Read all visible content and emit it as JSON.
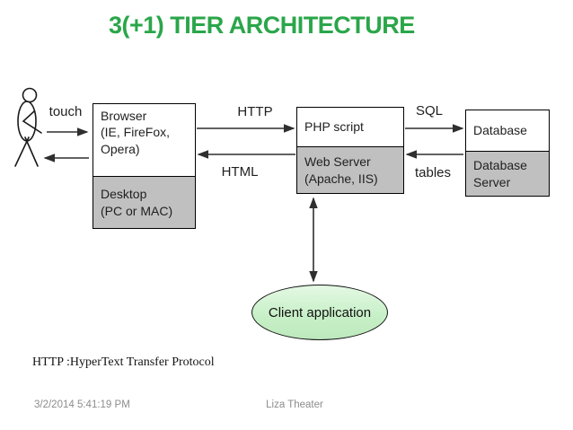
{
  "colors": {
    "title-green": "#2aa64a",
    "box-gray": "#c0c0c0",
    "ellipse-green": "#c8f0c8",
    "ink": "#1f1f1f",
    "arrow": "#2f2f2f",
    "footer-gray": "#8c8c8c"
  },
  "slide": {
    "title": "3(+1) TIER ARCHITECTURE",
    "footnote": "HTTP :HyperText Transfer Protocol",
    "footer": {
      "datetime": "3/2/2014 5:41:19 PM",
      "author": "Liza Theater"
    }
  },
  "diagram": {
    "actor": {
      "icon": "stick-person-icon",
      "label": "touch"
    },
    "tiers": [
      {
        "name": "client-tier",
        "top": "Browser\n(IE, FireFox,\nOpera)",
        "bottom": "Desktop\n(PC or MAC)"
      },
      {
        "name": "middle-tier",
        "top": "PHP script",
        "bottom": "Web Server\n(Apache, IIS)"
      },
      {
        "name": "data-tier",
        "top": "Database",
        "bottom": "Database\nServer"
      }
    ],
    "flows": {
      "request": "HTTP",
      "response": "HTML",
      "query": "SQL",
      "result": "tables"
    },
    "client_app": "Client application"
  }
}
